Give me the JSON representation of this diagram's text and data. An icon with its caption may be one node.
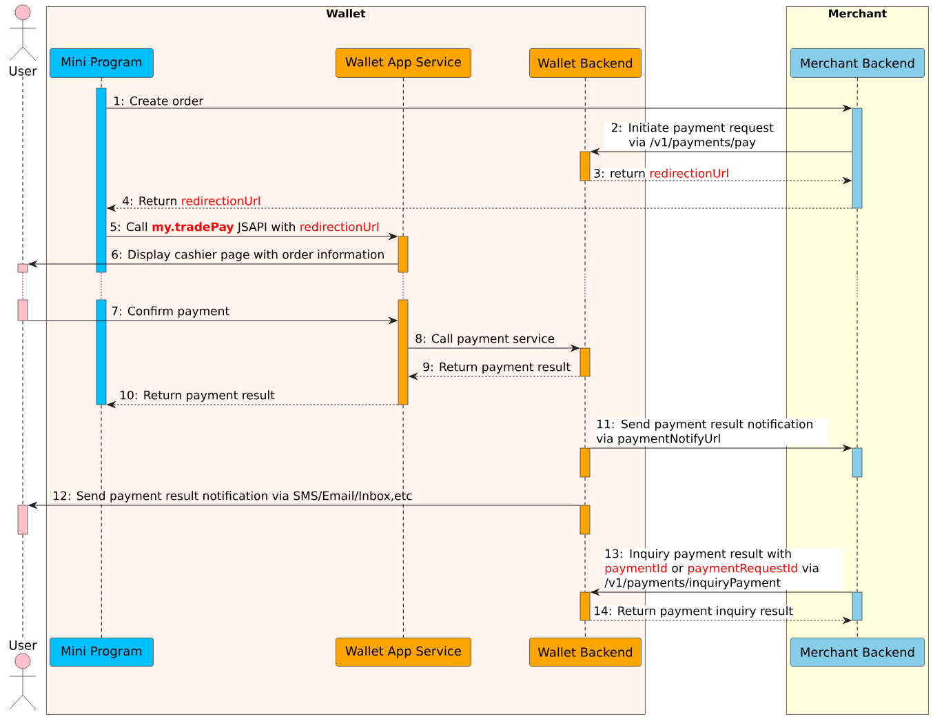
{
  "diagram": {
    "nodes": [
      {
        "text": [
          "Wallet"
        ]
      },
      {
        "text": [
          "Merchant"
        ]
      },
      {
        "text": [
          "User"
        ]
      },
      {
        "text": [
          "Mini Program"
        ],
        "in": 0
      },
      {
        "text": [
          "Wallet App Service"
        ],
        "in": 0
      },
      {
        "text": [
          "Wallet Backend"
        ],
        "in": 0
      },
      {
        "text": [
          "Merchant Backend"
        ],
        "in": 1
      },
      {
        "text": [
          "User"
        ]
      },
      {
        "text": [
          "Mini Program"
        ],
        "in": 0
      },
      {
        "text": [
          "Wallet App Service"
        ],
        "in": 0
      },
      {
        "text": [
          "Wallet Backend"
        ],
        "in": 0
      },
      {
        "text": [
          "Merchant Backend"
        ],
        "in": 1
      },
      {
        "text": [],
        "shape": "bar",
        "in": 0
      },
      {
        "text": [],
        "shape": "bar",
        "in": 0
      },
      {
        "text": [],
        "shape": "bar"
      },
      {
        "text": [],
        "shape": "bar"
      },
      {
        "text": [],
        "shape": "bar"
      },
      {
        "text": [],
        "shape": "bar",
        "in": 0
      },
      {
        "text": [],
        "shape": "bar",
        "in": 0
      },
      {
        "text": [],
        "shape": "bar",
        "in": 0
      },
      {
        "text": [],
        "shape": "bar",
        "in": 0
      },
      {
        "text": [],
        "shape": "bar",
        "in": 0
      },
      {
        "text": [],
        "shape": "bar",
        "in": 0
      },
      {
        "text": [],
        "shape": "bar",
        "in": 0
      },
      {
        "text": [],
        "shape": "bar",
        "in": 1
      },
      {
        "text": [],
        "shape": "bar",
        "in": 1
      },
      {
        "text": [],
        "shape": "bar",
        "in": 1
      }
    ],
    "edges": [
      {
        "from": 2,
        "to": 14,
        "arrow": "none",
        "style": "dashed"
      },
      {
        "from": 14,
        "to": 15,
        "arrow": "none",
        "style": "dashed",
        "color": "#a80036"
      },
      {
        "from": 15,
        "to": 16,
        "arrow": "none",
        "style": "dashed"
      },
      {
        "from": 16,
        "to": 7,
        "arrow": "none",
        "style": "dashed"
      },
      {
        "from": 3,
        "to": 12,
        "arrow": "none",
        "style": "dashed"
      },
      {
        "from": 12,
        "to": 13,
        "arrow": "none",
        "style": "dashed",
        "color": "#a80036"
      },
      {
        "from": 13,
        "to": 8,
        "arrow": "none",
        "style": "dashed"
      },
      {
        "from": 4,
        "to": 17,
        "arrow": "none",
        "style": "dashed"
      },
      {
        "from": 17,
        "to": 18,
        "arrow": "none",
        "style": "dashed",
        "color": "#a80036"
      },
      {
        "from": 18,
        "to": 9,
        "arrow": "none",
        "style": "dashed"
      },
      {
        "from": 5,
        "to": 19,
        "arrow": "none",
        "style": "dashed"
      },
      {
        "from": 19,
        "to": 20,
        "arrow": "none",
        "style": "dashed"
      },
      {
        "from": 20,
        "to": 21,
        "arrow": "none",
        "style": "dashed"
      },
      {
        "from": 21,
        "to": 22,
        "arrow": "none",
        "style": "dashed"
      },
      {
        "from": 22,
        "to": 23,
        "arrow": "none",
        "style": "dashed"
      },
      {
        "from": 23,
        "to": 10,
        "arrow": "none",
        "style": "dashed"
      },
      {
        "from": 6,
        "to": 24,
        "arrow": "none",
        "style": "dashed"
      },
      {
        "from": 24,
        "to": 25,
        "arrow": "none",
        "style": "dashed"
      },
      {
        "from": 25,
        "to": 26,
        "arrow": "none",
        "style": "dashed"
      },
      {
        "from": 26,
        "to": 11,
        "arrow": "none",
        "style": "dashed"
      },
      {
        "from": 12,
        "to": 24,
        "arrow": "to",
        "label": "1: Create order"
      },
      {
        "from": 24,
        "to": 19,
        "arrow": "to",
        "label": "2: Initiate payment request via /v1/payments/pay"
      },
      {
        "from": 19,
        "to": 24,
        "arrow": "to",
        "label": "3: return redirectionUrl",
        "style": "dashed"
      },
      {
        "from": 24,
        "to": 12,
        "arrow": "to",
        "label": "4: Return redirectionUrl",
        "style": "dashed"
      },
      {
        "from": 12,
        "to": 17,
        "arrow": "to",
        "label": "5: Call **my.tradePay** JSAPI with redirectionUrl"
      },
      {
        "from": 17,
        "to": 14,
        "arrow": "to",
        "label": "6: Display cashier page with order information"
      },
      {
        "from": 15,
        "to": 18,
        "arrow": "to",
        "label": "7: Confirm payment"
      },
      {
        "from": 18,
        "to": 20,
        "arrow": "to",
        "label": "8: Call payment service"
      },
      {
        "from": 20,
        "to": 18,
        "arrow": "to",
        "label": "9: Return payment result",
        "style": "dashed"
      },
      {
        "from": 18,
        "to": 13,
        "arrow": "to",
        "label": "10: Return payment result",
        "style": "dashed"
      },
      {
        "from": 21,
        "to": 25,
        "arrow": "to",
        "label": "11: Send payment result notification via paymentNotifyUrl"
      },
      {
        "from": 22,
        "to": 16,
        "arrow": "to",
        "label": "12: Send payment result notification via SMS/Email/Inbox,etc"
      },
      {
        "from": 26,
        "to": 23,
        "arrow": "to",
        "label": "13: Inquiry payment result with paymentId or paymentRequestId via /v1/payments/inquiryPayment"
      },
      {
        "from": 23,
        "to": 26,
        "arrow": "to",
        "label": "14: Return payment inquiry result",
        "style": "dashed"
      }
    ]
  }
}
